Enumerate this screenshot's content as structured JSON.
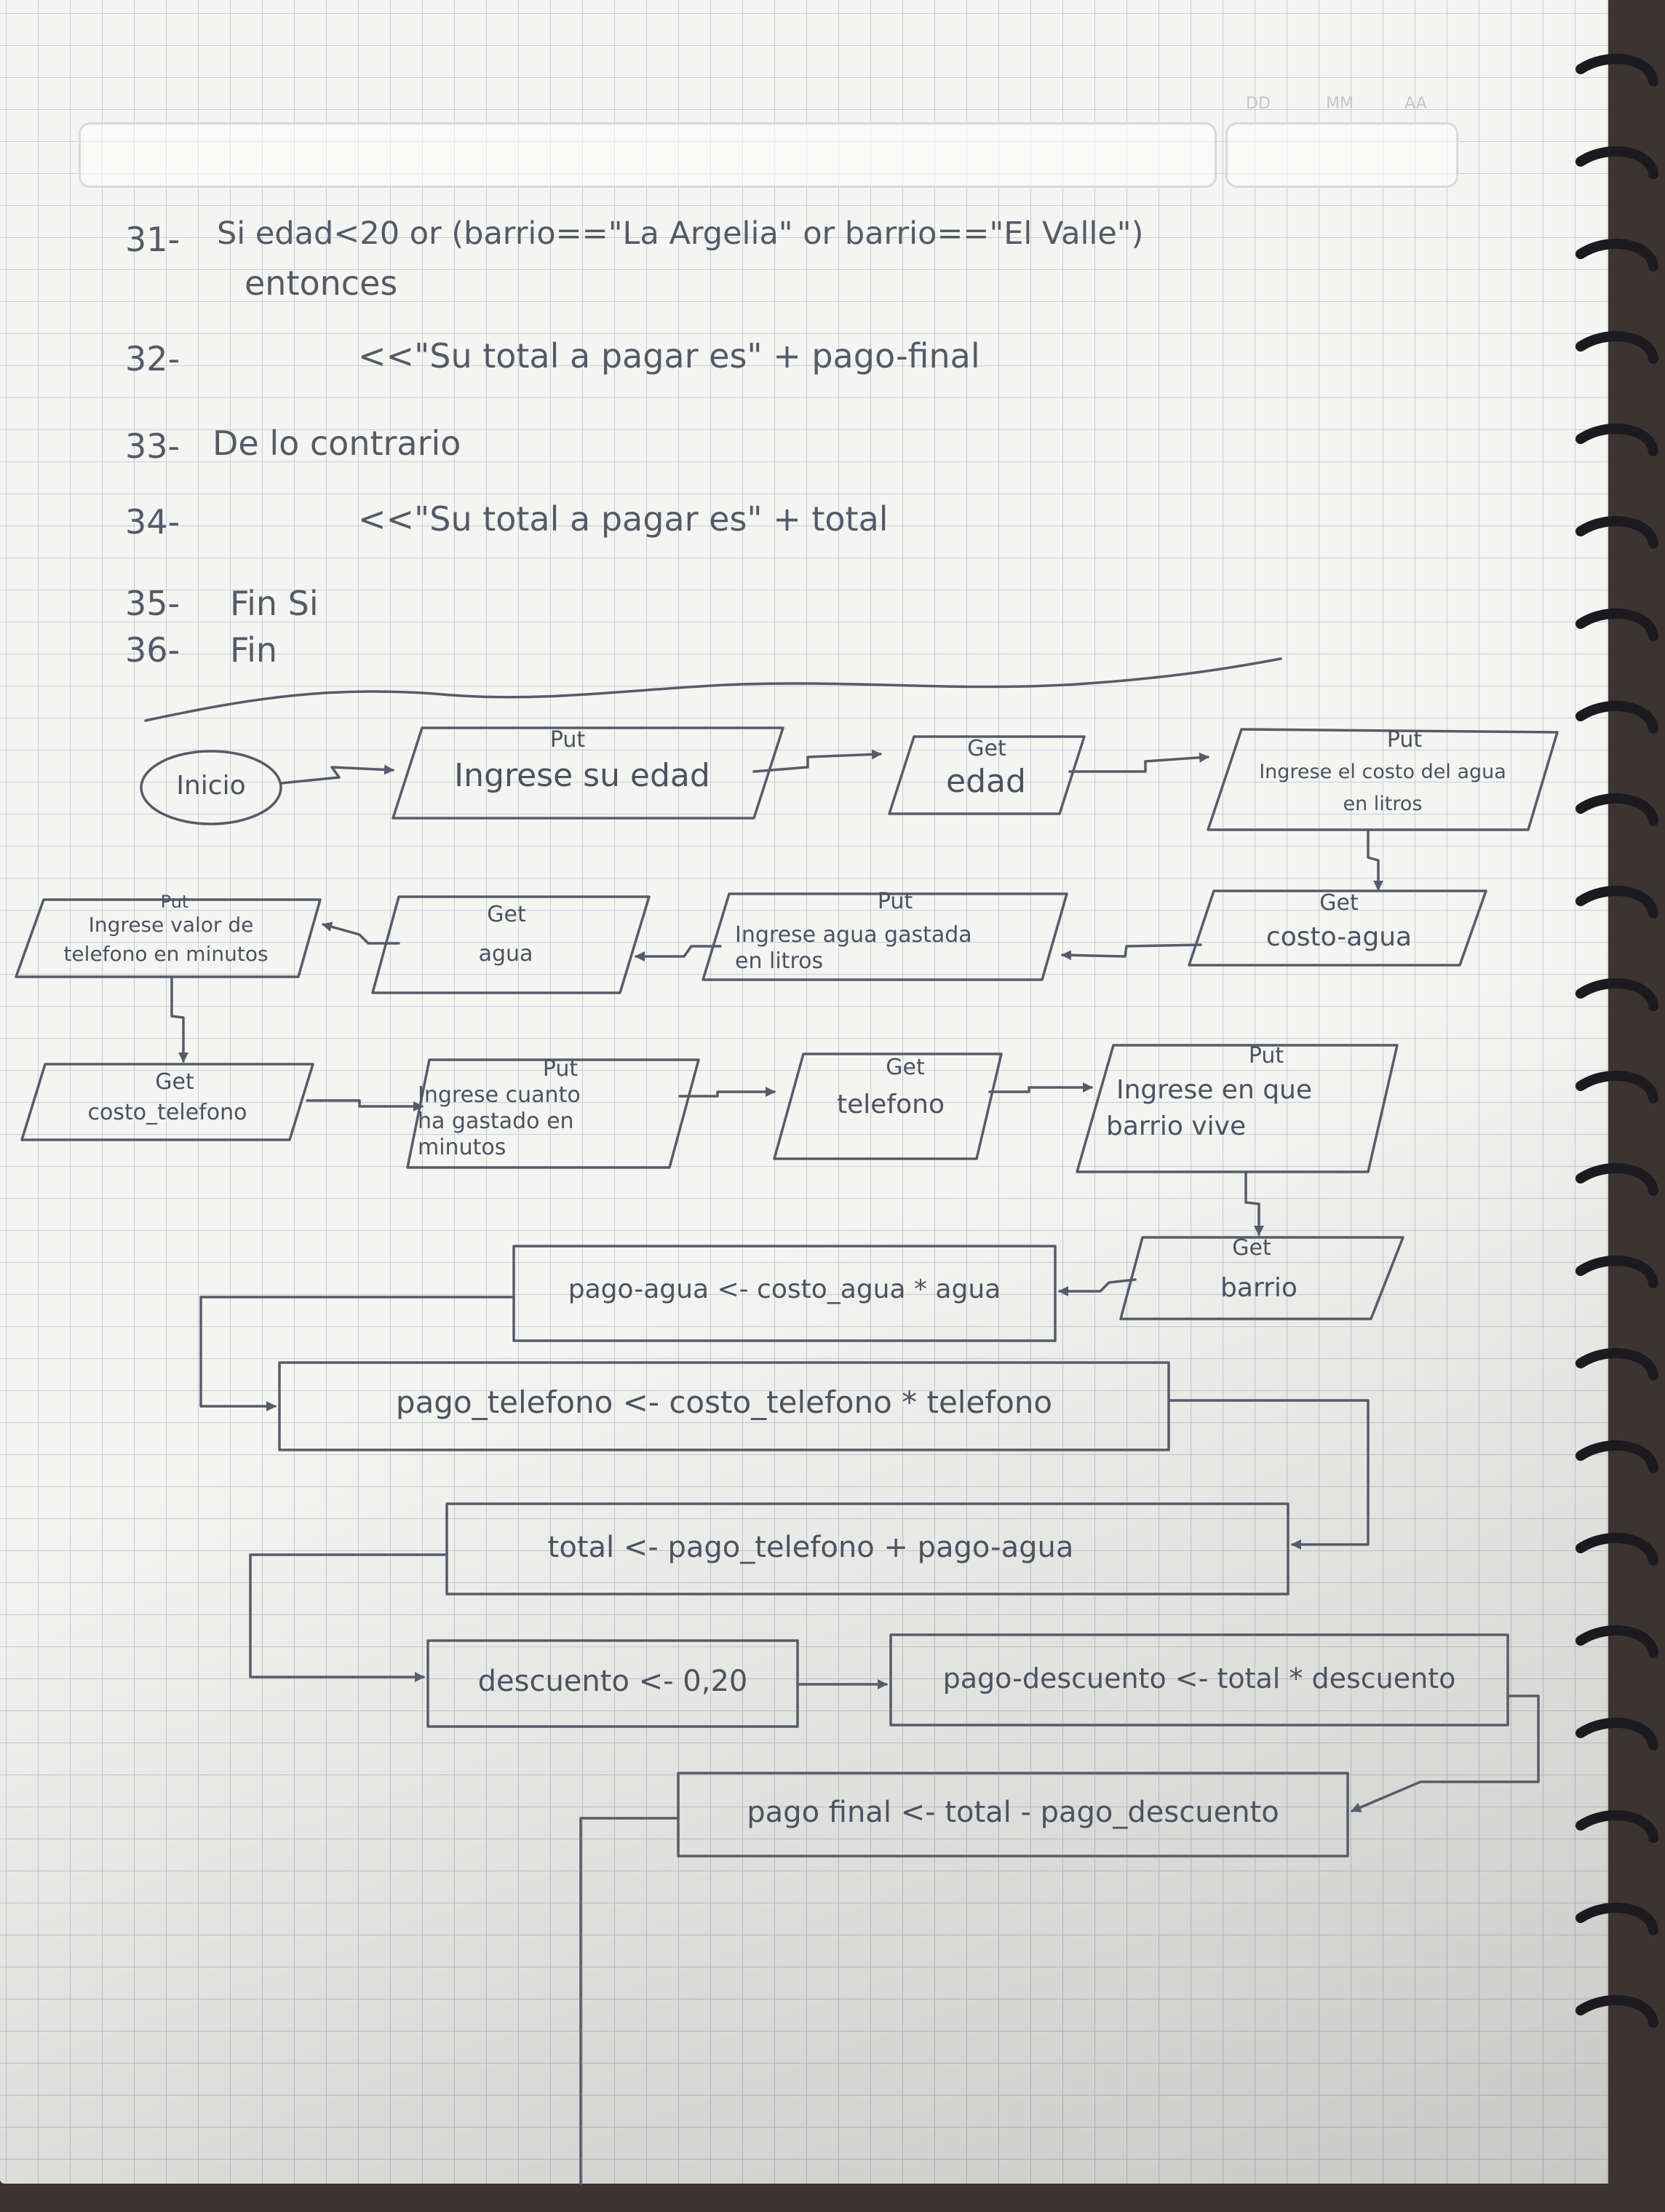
{
  "notebook": {
    "date_labels": [
      "DD",
      "MM",
      "AA"
    ]
  },
  "pseudocode": [
    {
      "num": "31-",
      "text": "Si edad<20 or (barrio==\"La Argelia\" or barrio==\"El Valle\")"
    },
    {
      "num": "",
      "text": "entonces"
    },
    {
      "num": "32-",
      "text": "<<\"Su total a pagar es\" + pago-final"
    },
    {
      "num": "33-",
      "text": "De lo contrario"
    },
    {
      "num": "34-",
      "text": "<<\"Su total a pagar es\" + total"
    },
    {
      "num": "35-",
      "text": "Fin Si"
    },
    {
      "num": "36-",
      "text": "Fin"
    }
  ],
  "flowchart": {
    "start": "Inicio",
    "io_put": "Put",
    "io_get": "Get",
    "put_edad": "Ingrese su edad",
    "get_edad": "edad",
    "put_costo_agua": [
      "Ingrese el costo del agua",
      "en litros"
    ],
    "get_costo_agua": "costo-agua",
    "put_agua": [
      "Ingrese agua gastada",
      "en litros"
    ],
    "get_agua": "agua",
    "put_valor_telefono": [
      "Ingrese valor de",
      "telefono en minutos"
    ],
    "get_costo_telefono": "costo_telefono",
    "put_telefono": [
      "Ingrese cuanto",
      "ha gastado en",
      "minutos"
    ],
    "get_telefono": "telefono",
    "put_barrio": [
      "Ingrese en que",
      "barrio vive"
    ],
    "get_barrio": "barrio",
    "proc_pago_agua": "pago-agua <- costo_agua * agua",
    "proc_pago_telefono": "pago_telefono <- costo_telefono * telefono",
    "proc_total": "total <- pago_telefono + pago-agua",
    "proc_descuento": "descuento <- 0,20",
    "proc_pago_descuento": "pago-descuento <- total * descuento",
    "proc_pago_final": "pago final <- total - pago_descuento"
  }
}
